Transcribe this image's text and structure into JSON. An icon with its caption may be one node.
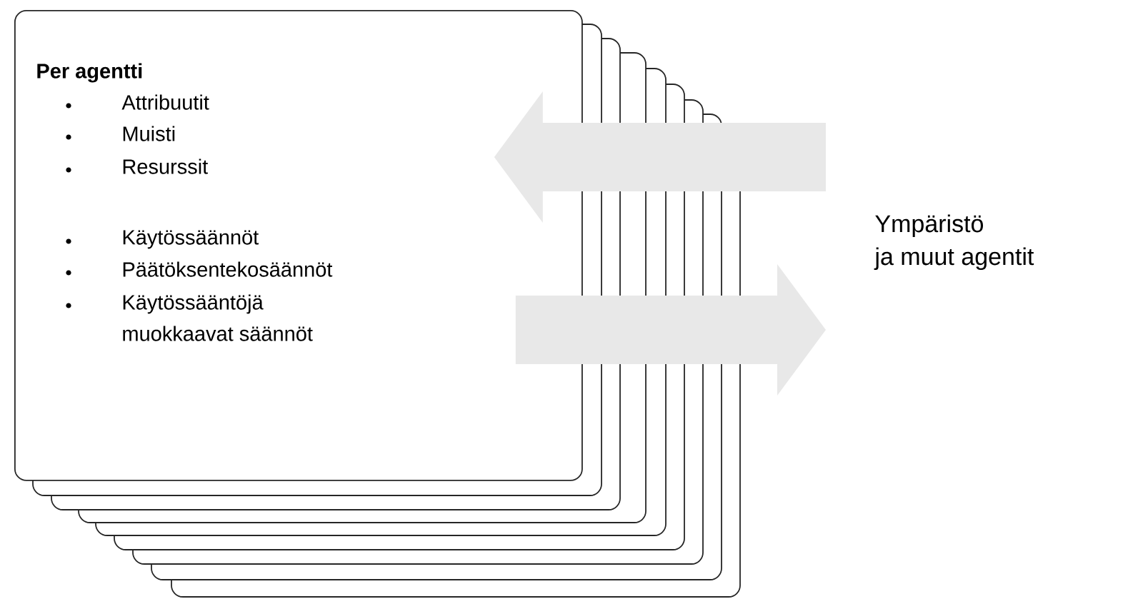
{
  "diagram": {
    "nodes": [
      {
        "text": [
          "Per agentti",
          "Attribuutit",
          "Muisti",
          "Resurssit",
          "Käytössäännöt",
          "Päätöksentekosäännöt",
          "Käytössääntöjä muokkaavat säännöt"
        ]
      },
      {
        "text": [
          "Ympäristö ja muut agentit"
        ]
      }
    ],
    "edges": [
      {
        "from": 1,
        "to": 0,
        "arrow": "to"
      },
      {
        "from": 0,
        "to": 1,
        "arrow": "to"
      }
    ]
  }
}
